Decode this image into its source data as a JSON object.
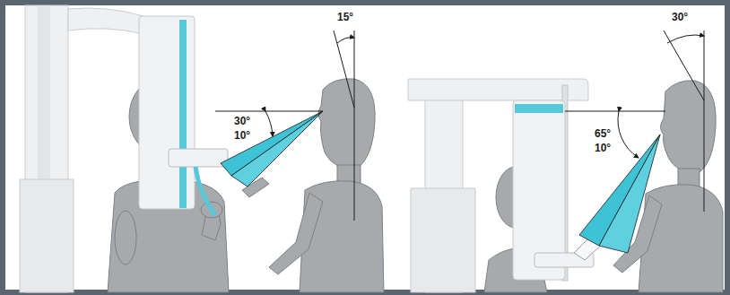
{
  "diagram": {
    "labels": [
      "15°",
      "30°",
      "10°",
      "30°",
      "65°",
      "10°"
    ]
  }
}
